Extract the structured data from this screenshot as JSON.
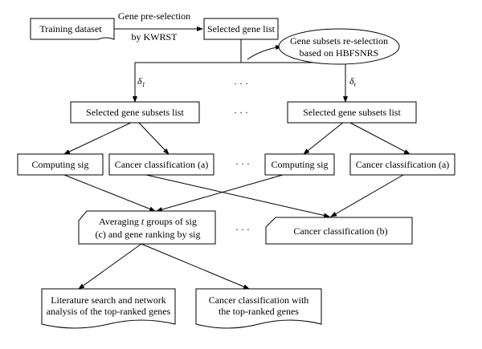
{
  "nodes": {
    "training_dataset": "Training dataset",
    "selected_gene_list": "Selected gene list",
    "reselection_line1": "Gene subsets re-selection",
    "reselection_line2": "based on HBFSNRS",
    "subsets_list_left": "Selected gene subsets list",
    "subsets_list_right": "Selected gene subsets list",
    "computing_sig_left": "Computing sig",
    "cancer_class_a_left": "Cancer classification (a)",
    "computing_sig_right": "Computing sig",
    "cancer_class_a_right": "Cancer classification (a)",
    "averaging_line1_pre": "Averaging ",
    "averaging_line1_t": "t",
    "averaging_line1_post": " groups of sig",
    "averaging_line2": "(c) and gene ranking by sig",
    "cancer_class_b": "Cancer classification (b)",
    "literature_line1": "Literature search and network",
    "literature_line2": "analysis of the top-ranked genes",
    "topranked_line1": "Cancer classification with",
    "topranked_line2": "the top-ranked genes"
  },
  "edges": {
    "preselection_line1": "Gene pre-selection",
    "preselection_line2": "by KWRST",
    "delta_1_symbol": "δ",
    "delta_1_sub": "1",
    "delta_t_symbol": "δ",
    "delta_t_sub": "t"
  },
  "ellipses": {
    "top": "· · ·",
    "middle": "· · ·",
    "computing": "· · ·",
    "bottom": "· · ·"
  }
}
